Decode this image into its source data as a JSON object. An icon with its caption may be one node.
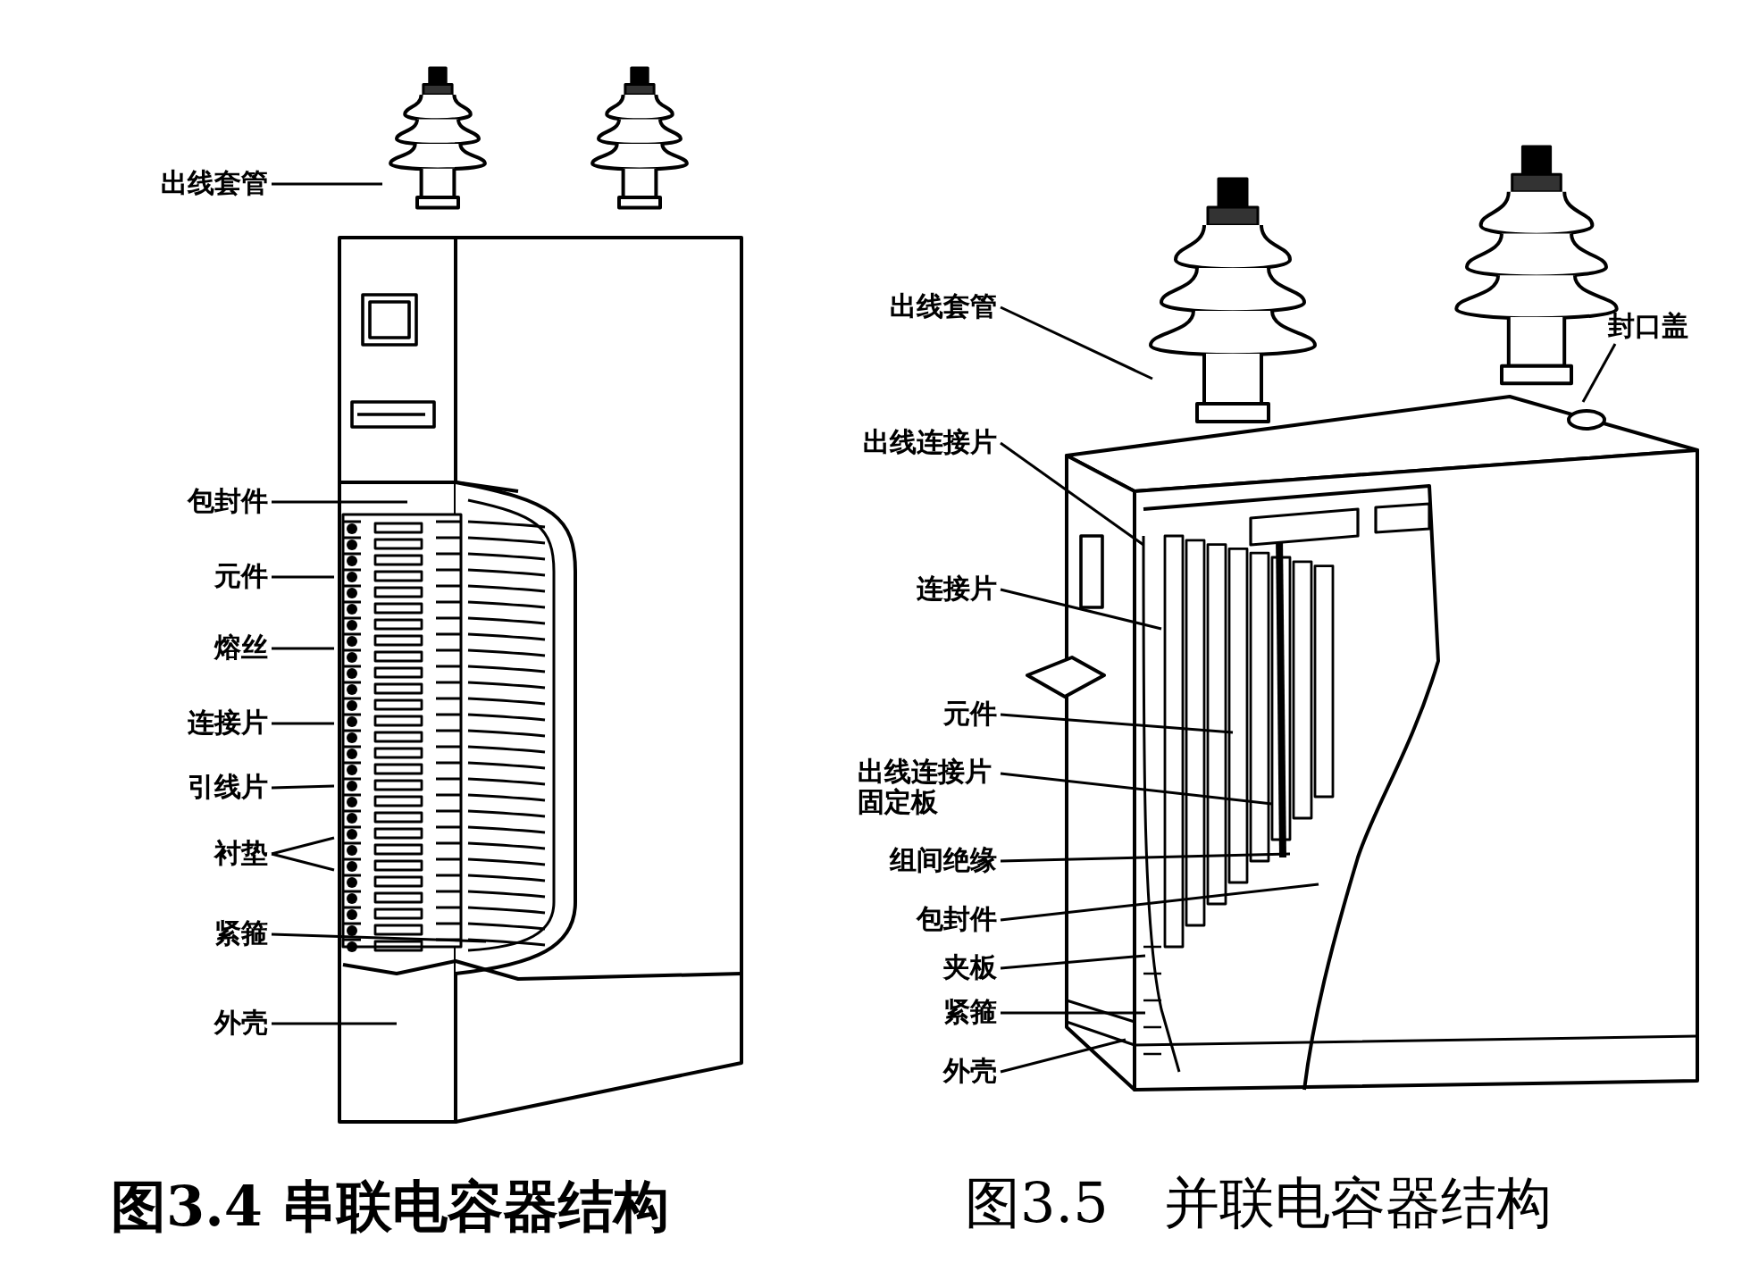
{
  "diagram": {
    "nodes": [
      {
        "text": [
          "出线套管"
        ]
      },
      {
        "text": [
          "包封件"
        ]
      },
      {
        "text": [
          "元件"
        ]
      },
      {
        "text": [
          "熔丝"
        ]
      },
      {
        "text": [
          "连接片"
        ]
      },
      {
        "text": [
          "引线片"
        ]
      },
      {
        "text": [
          "衬垫"
        ]
      },
      {
        "text": [
          "紧箍"
        ]
      },
      {
        "text": [
          "外壳"
        ]
      },
      {
        "text": [
          "出线套管"
        ]
      },
      {
        "text": [
          "封口盖"
        ]
      },
      {
        "text": [
          "出线连接片"
        ]
      },
      {
        "text": [
          "连接片"
        ]
      },
      {
        "text": [
          "元件"
        ]
      },
      {
        "text": [
          "出线连接片固定板"
        ]
      },
      {
        "text": [
          "组间绝缘"
        ]
      },
      {
        "text": [
          "包封件"
        ]
      },
      {
        "text": [
          "夹板"
        ]
      },
      {
        "text": [
          "紧箍"
        ]
      },
      {
        "text": [
          "外壳"
        ]
      }
    ],
    "edges": [
      {
        "from": 0,
        "to": null,
        "arrow": "none"
      },
      {
        "from": 1,
        "to": null,
        "arrow": "none"
      },
      {
        "from": 2,
        "to": null,
        "arrow": "none"
      },
      {
        "from": 3,
        "to": null,
        "arrow": "none"
      },
      {
        "from": 4,
        "to": null,
        "arrow": "none"
      },
      {
        "from": 5,
        "to": null,
        "arrow": "none"
      },
      {
        "from": 6,
        "to": null,
        "arrow": "none"
      },
      {
        "from": 6,
        "to": null,
        "arrow": "none"
      },
      {
        "from": 7,
        "to": null,
        "arrow": "none"
      },
      {
        "from": 8,
        "to": null,
        "arrow": "none"
      },
      {
        "from": 9,
        "to": null,
        "arrow": "none"
      },
      {
        "from": 10,
        "to": null,
        "arrow": "none"
      },
      {
        "from": 11,
        "to": null,
        "arrow": "none"
      },
      {
        "from": 12,
        "to": null,
        "arrow": "none"
      },
      {
        "from": 13,
        "to": null,
        "arrow": "none"
      },
      {
        "from": 14,
        "to": null,
        "arrow": "none"
      },
      {
        "from": 15,
        "to": null,
        "arrow": "none"
      },
      {
        "from": 16,
        "to": null,
        "arrow": "none"
      },
      {
        "from": 17,
        "to": null,
        "arrow": "none"
      },
      {
        "from": 18,
        "to": null,
        "arrow": "none"
      },
      {
        "from": 19,
        "to": null,
        "arrow": "none"
      }
    ],
    "labels": [
      "图3.4 串联电容器结构",
      "图3.5　并联电容器结构"
    ]
  }
}
